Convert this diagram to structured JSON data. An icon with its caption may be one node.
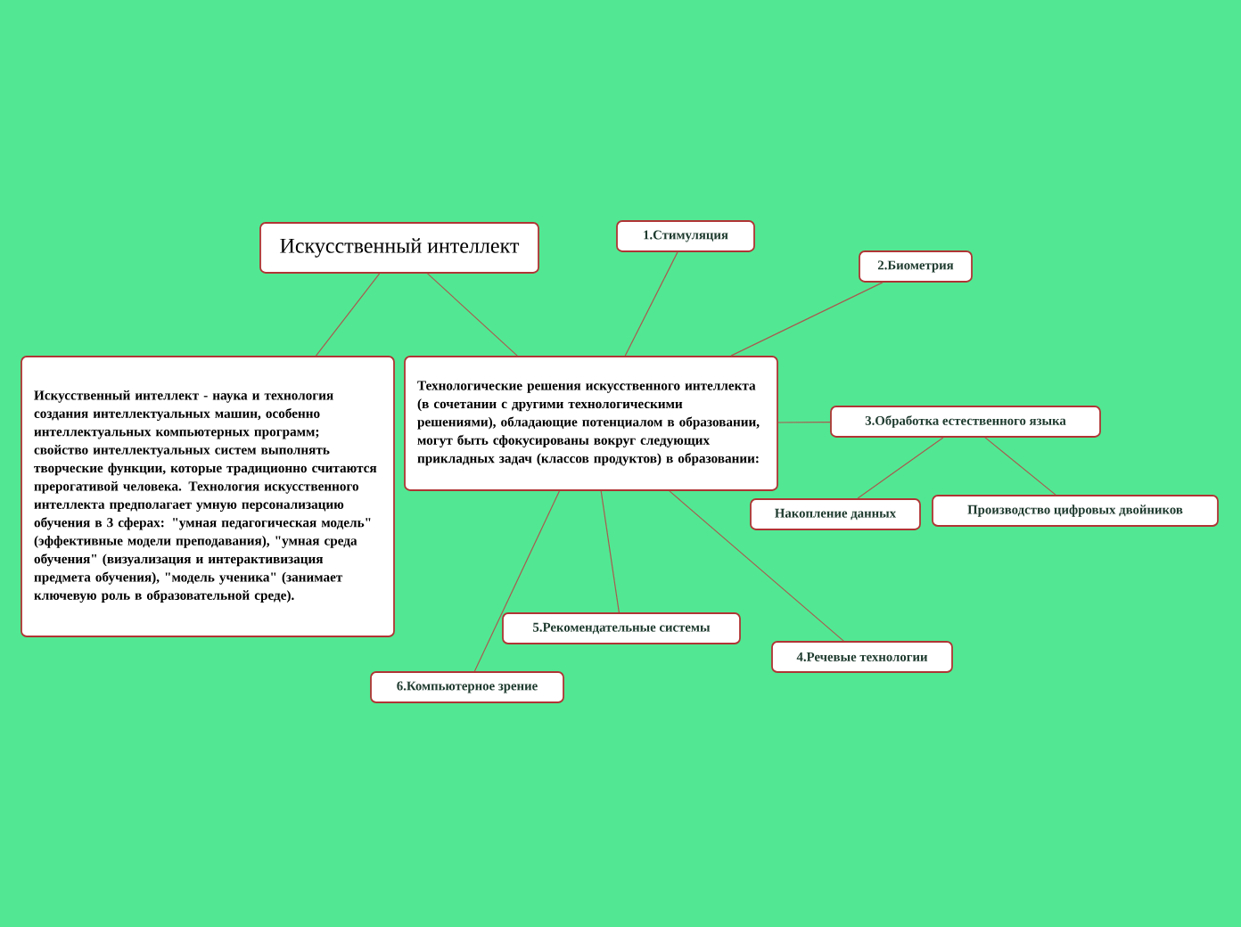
{
  "diagram": {
    "nodes": [
      {
        "text": [
          "Искусственный интеллект"
        ]
      },
      {
        "text": [
          "Искусственный интеллект - наука и технология создания интеллектуальных машин, особенно интеллектуальных компьютерных программ; свойство интеллектуальных систем выполнять творческие функции, которые традиционно считаются прерогативой человека. Технология искусственного интеллекта предполагает умную персонализацию обучения в 3 сферах: \"умная педагогическая модель\" (эффективные модели преподавания), \"умная среда обучения\" (визуализация и интерактивизация предмета обучения), \"модель ученика\" (занимает ключевую роль в образовательной среде)."
        ]
      },
      {
        "text": [
          "Технологические решения искусственного интеллекта (в сочетании с другими технологическими решениями), обладающие потенциалом в образовании, могут быть сфокусированы вокруг следующих прикладных задач (классов продуктов) в образовании:"
        ]
      },
      {
        "text": [
          "1.Стимуляция"
        ]
      },
      {
        "text": [
          "2.Биометрия"
        ]
      },
      {
        "text": [
          "3.Обработка естественного языка"
        ]
      },
      {
        "text": [
          "Накопление данных"
        ]
      },
      {
        "text": [
          "Производство цифровых двойников"
        ]
      },
      {
        "text": [
          "4.Речевые технологии"
        ]
      },
      {
        "text": [
          "5.Рекомендательные системы"
        ]
      },
      {
        "text": [
          "6.Компьютерное зрение"
        ]
      }
    ],
    "edges": [
      {
        "from": 0,
        "to": 1,
        "arrow": "none"
      },
      {
        "from": 0,
        "to": 2,
        "arrow": "none"
      },
      {
        "from": 2,
        "to": 3,
        "arrow": "none"
      },
      {
        "from": 2,
        "to": 4,
        "arrow": "none"
      },
      {
        "from": 2,
        "to": 5,
        "arrow": "none"
      },
      {
        "from": 5,
        "to": 6,
        "arrow": "none"
      },
      {
        "from": 5,
        "to": 7,
        "arrow": "none"
      },
      {
        "from": 2,
        "to": 8,
        "arrow": "none"
      },
      {
        "from": 2,
        "to": 9,
        "arrow": "none"
      },
      {
        "from": 2,
        "to": 10,
        "arrow": "none"
      }
    ]
  }
}
